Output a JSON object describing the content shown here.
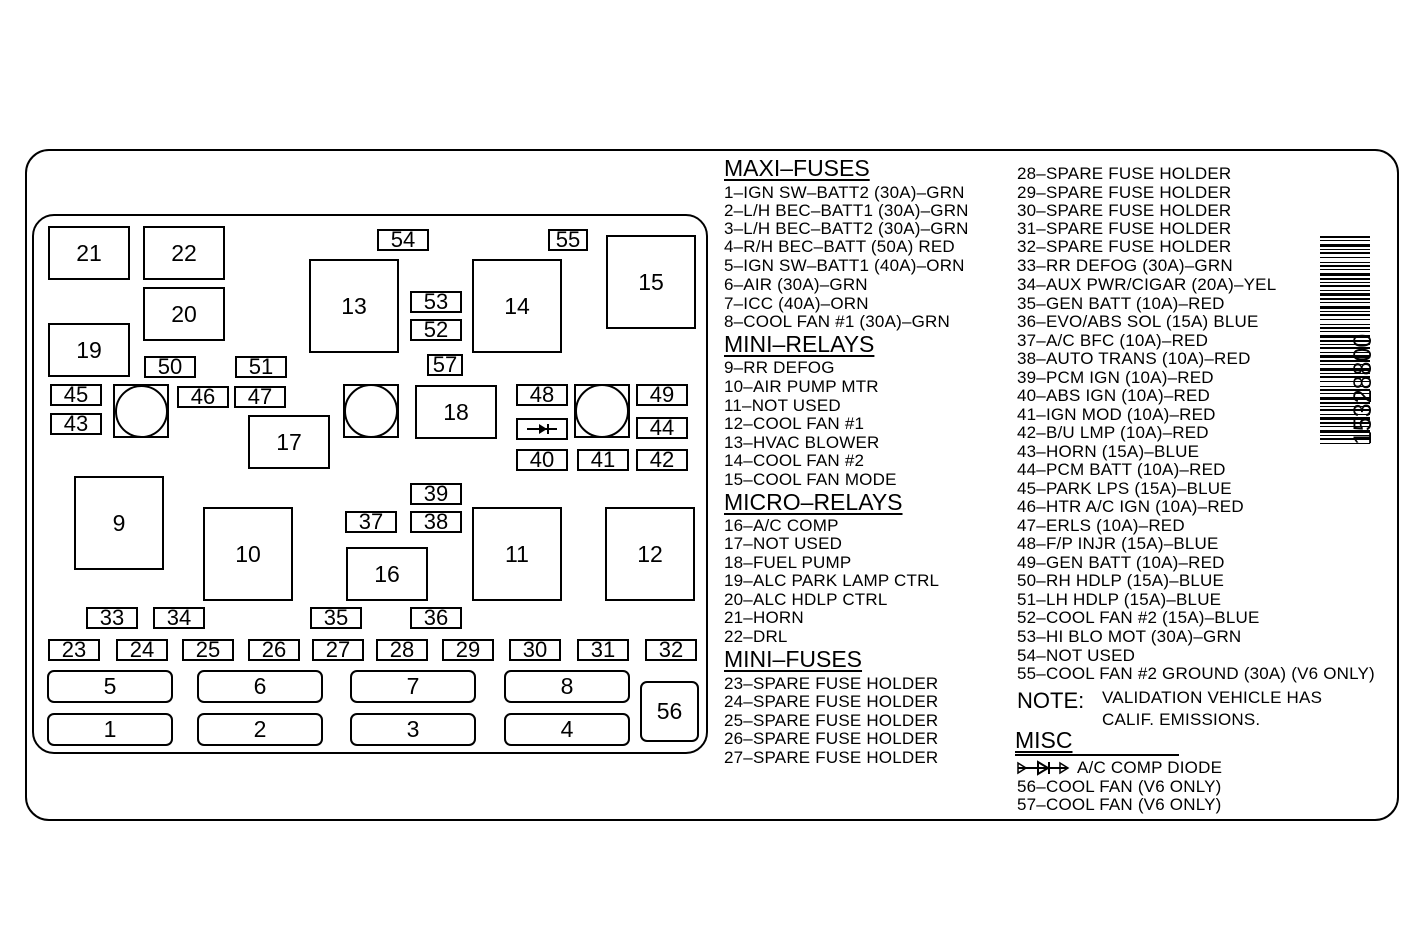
{
  "diagram": {
    "boxes": {
      "b1": "1",
      "b2": "2",
      "b3": "3",
      "b4": "4",
      "b5": "5",
      "b6": "6",
      "b7": "7",
      "b8": "8",
      "b9": "9",
      "b10": "10",
      "b11": "11",
      "b12": "12",
      "b13": "13",
      "b14": "14",
      "b15": "15",
      "b16": "16",
      "b17": "17",
      "b18": "18",
      "b19": "19",
      "b20": "20",
      "b21": "21",
      "b22": "22",
      "b23": "23",
      "b24": "24",
      "b25": "25",
      "b26": "26",
      "b27": "27",
      "b28": "28",
      "b29": "29",
      "b30": "30",
      "b31": "31",
      "b32": "32",
      "b33": "33",
      "b34": "34",
      "b35": "35",
      "b36": "36",
      "b37": "37",
      "b38": "38",
      "b39": "39",
      "b40": "40",
      "b41": "41",
      "b42": "42",
      "b43": "43",
      "b44": "44",
      "b45": "45",
      "b46": "46",
      "b47": "47",
      "b48": "48",
      "b49": "49",
      "b50": "50",
      "b51": "51",
      "b52": "52",
      "b53": "53",
      "b54": "54",
      "b55": "55",
      "b56": "56",
      "b57": "57"
    }
  },
  "legend": {
    "maxi_fuses": {
      "heading": "MAXI–FUSES",
      "items": [
        "1–IGN SW–BATT2 (30A)–GRN",
        "2–L/H BEC–BATT1 (30A)–GRN",
        "3–L/H BEC–BATT2 (30A)–GRN",
        "4–R/H BEC–BATT (50A) RED",
        "5–IGN SW–BATT1 (40A)–ORN",
        "6–AIR (30A)–GRN",
        "7–ICC (40A)–ORN",
        "8–COOL FAN #1 (30A)–GRN"
      ]
    },
    "mini_relays": {
      "heading": "MINI–RELAYS",
      "items": [
        "9–RR DEFOG",
        "10–AIR PUMP MTR",
        "11–NOT USED",
        "12–COOL FAN #1",
        "13–HVAC BLOWER",
        "14–COOL FAN #2",
        "15–COOL FAN MODE"
      ]
    },
    "micro_relays": {
      "heading": "MICRO–RELAYS",
      "items": [
        "16–A/C COMP",
        "17–NOT USED",
        "18–FUEL PUMP",
        "19–ALC PARK LAMP CTRL",
        "20–ALC HDLP CTRL",
        "21–HORN",
        "22–DRL"
      ]
    },
    "mini_fuses": {
      "heading": "MINI–FUSES",
      "items_a": [
        "23–SPARE FUSE HOLDER",
        "24–SPARE FUSE HOLDER",
        "25–SPARE FUSE HOLDER",
        "26–SPARE FUSE HOLDER",
        "27–SPARE FUSE HOLDER"
      ],
      "items_b": [
        "28–SPARE FUSE HOLDER",
        "29–SPARE FUSE HOLDER",
        "30–SPARE FUSE HOLDER",
        "31–SPARE FUSE HOLDER",
        "32–SPARE FUSE HOLDER",
        "33–RR DEFOG (30A)–GRN",
        "34–AUX PWR/CIGAR (20A)–YEL",
        "35–GEN BATT (10A)–RED",
        "36–EVO/ABS SOL (15A) BLUE",
        "37–A/C BFC (10A)–RED",
        "38–AUTO TRANS (10A)–RED",
        "39–PCM IGN (10A)–RED",
        "40–ABS IGN (10A)–RED",
        "41–IGN MOD (10A)–RED",
        "42–B/U LMP (10A)–RED",
        "43–HORN (15A)–BLUE",
        "44–PCM BATT (10A)–RED",
        "45–PARK LPS (15A)–BLUE",
        "46–HTR A/C IGN (10A)–RED",
        "47–ERLS (10A)–RED",
        "48–F/P INJR (15A)–BLUE",
        "49–GEN BATT (10A)–RED",
        "50–RH HDLP (15A)–BLUE",
        "51–LH HDLP (15A)–BLUE",
        "52–COOL FAN #2 (15A)–BLUE",
        "53–HI BLO MOT (30A)–GRN",
        "54–NOT USED",
        "55–COOL FAN #2 GROUND (30A) (V6 ONLY)"
      ]
    },
    "note": {
      "label": "NOTE:",
      "line1": "VALIDATION VEHICLE HAS",
      "line2": "CALIF. EMISSIONS."
    },
    "misc": {
      "heading": "MISC",
      "items": [
        "A/C COMP DIODE",
        "56–COOL FAN (V6 ONLY)",
        "57–COOL FAN (V6 ONLY)"
      ]
    }
  },
  "part_number": "15328800"
}
